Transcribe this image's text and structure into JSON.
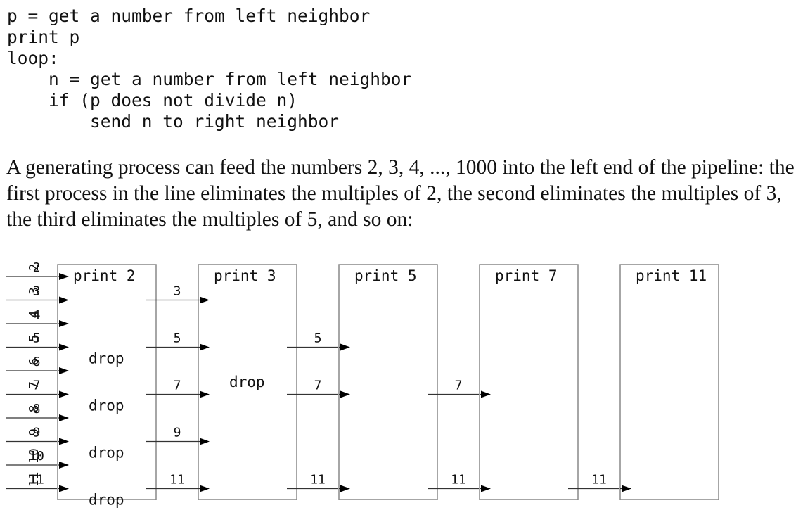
{
  "code": {
    "lines": [
      "p = get a number from left neighbor",
      "print p",
      "loop:",
      "    n = get a number from left neighbor",
      "    if (p does not divide n)",
      "        send n to right neighbor"
    ]
  },
  "prose": {
    "text": "A generating process can feed the numbers 2, 3, 4, ..., 1000 into the left end of the pipeline: the first process in the line eliminates the multiples of 2, the second eliminates the multiples of 3, the third eliminates the multiples of 5, and so on:"
  },
  "diagram": {
    "colors": {
      "box": "#888888",
      "line": "#333333",
      "arrow": "#000000",
      "text": "#111111"
    },
    "input_numbers": [
      "2",
      "3",
      "4",
      "5",
      "6",
      "7",
      "8",
      "9",
      "10",
      "11"
    ],
    "stages": [
      {
        "prime": "2",
        "inputs": [
          "2",
          "3",
          "4",
          "5",
          "6",
          "7",
          "8",
          "9",
          "10",
          "11"
        ],
        "actions": [
          {
            "label": "print 2",
            "index": 0
          },
          {
            "label": "drop",
            "index": 2
          },
          {
            "label": "drop",
            "index": 4
          },
          {
            "label": "drop",
            "index": 6
          },
          {
            "label": "drop",
            "index": 8
          }
        ]
      },
      {
        "prime": "3",
        "inputs": [
          "3",
          "5",
          "7",
          "9",
          "11"
        ],
        "actions": [
          {
            "label": "print 3",
            "index": 0
          },
          {
            "label": "drop",
            "index": 3
          }
        ]
      },
      {
        "prime": "5",
        "inputs": [
          "5",
          "7",
          "11"
        ],
        "actions": [
          {
            "label": "print 5",
            "index": 0
          }
        ]
      },
      {
        "prime": "7",
        "inputs": [
          "7",
          "11"
        ],
        "actions": [
          {
            "label": "print 7",
            "index": 0
          }
        ]
      },
      {
        "prime": "11",
        "inputs": [
          "11"
        ],
        "actions": [
          {
            "label": "print 11",
            "index": 0
          }
        ]
      }
    ]
  }
}
